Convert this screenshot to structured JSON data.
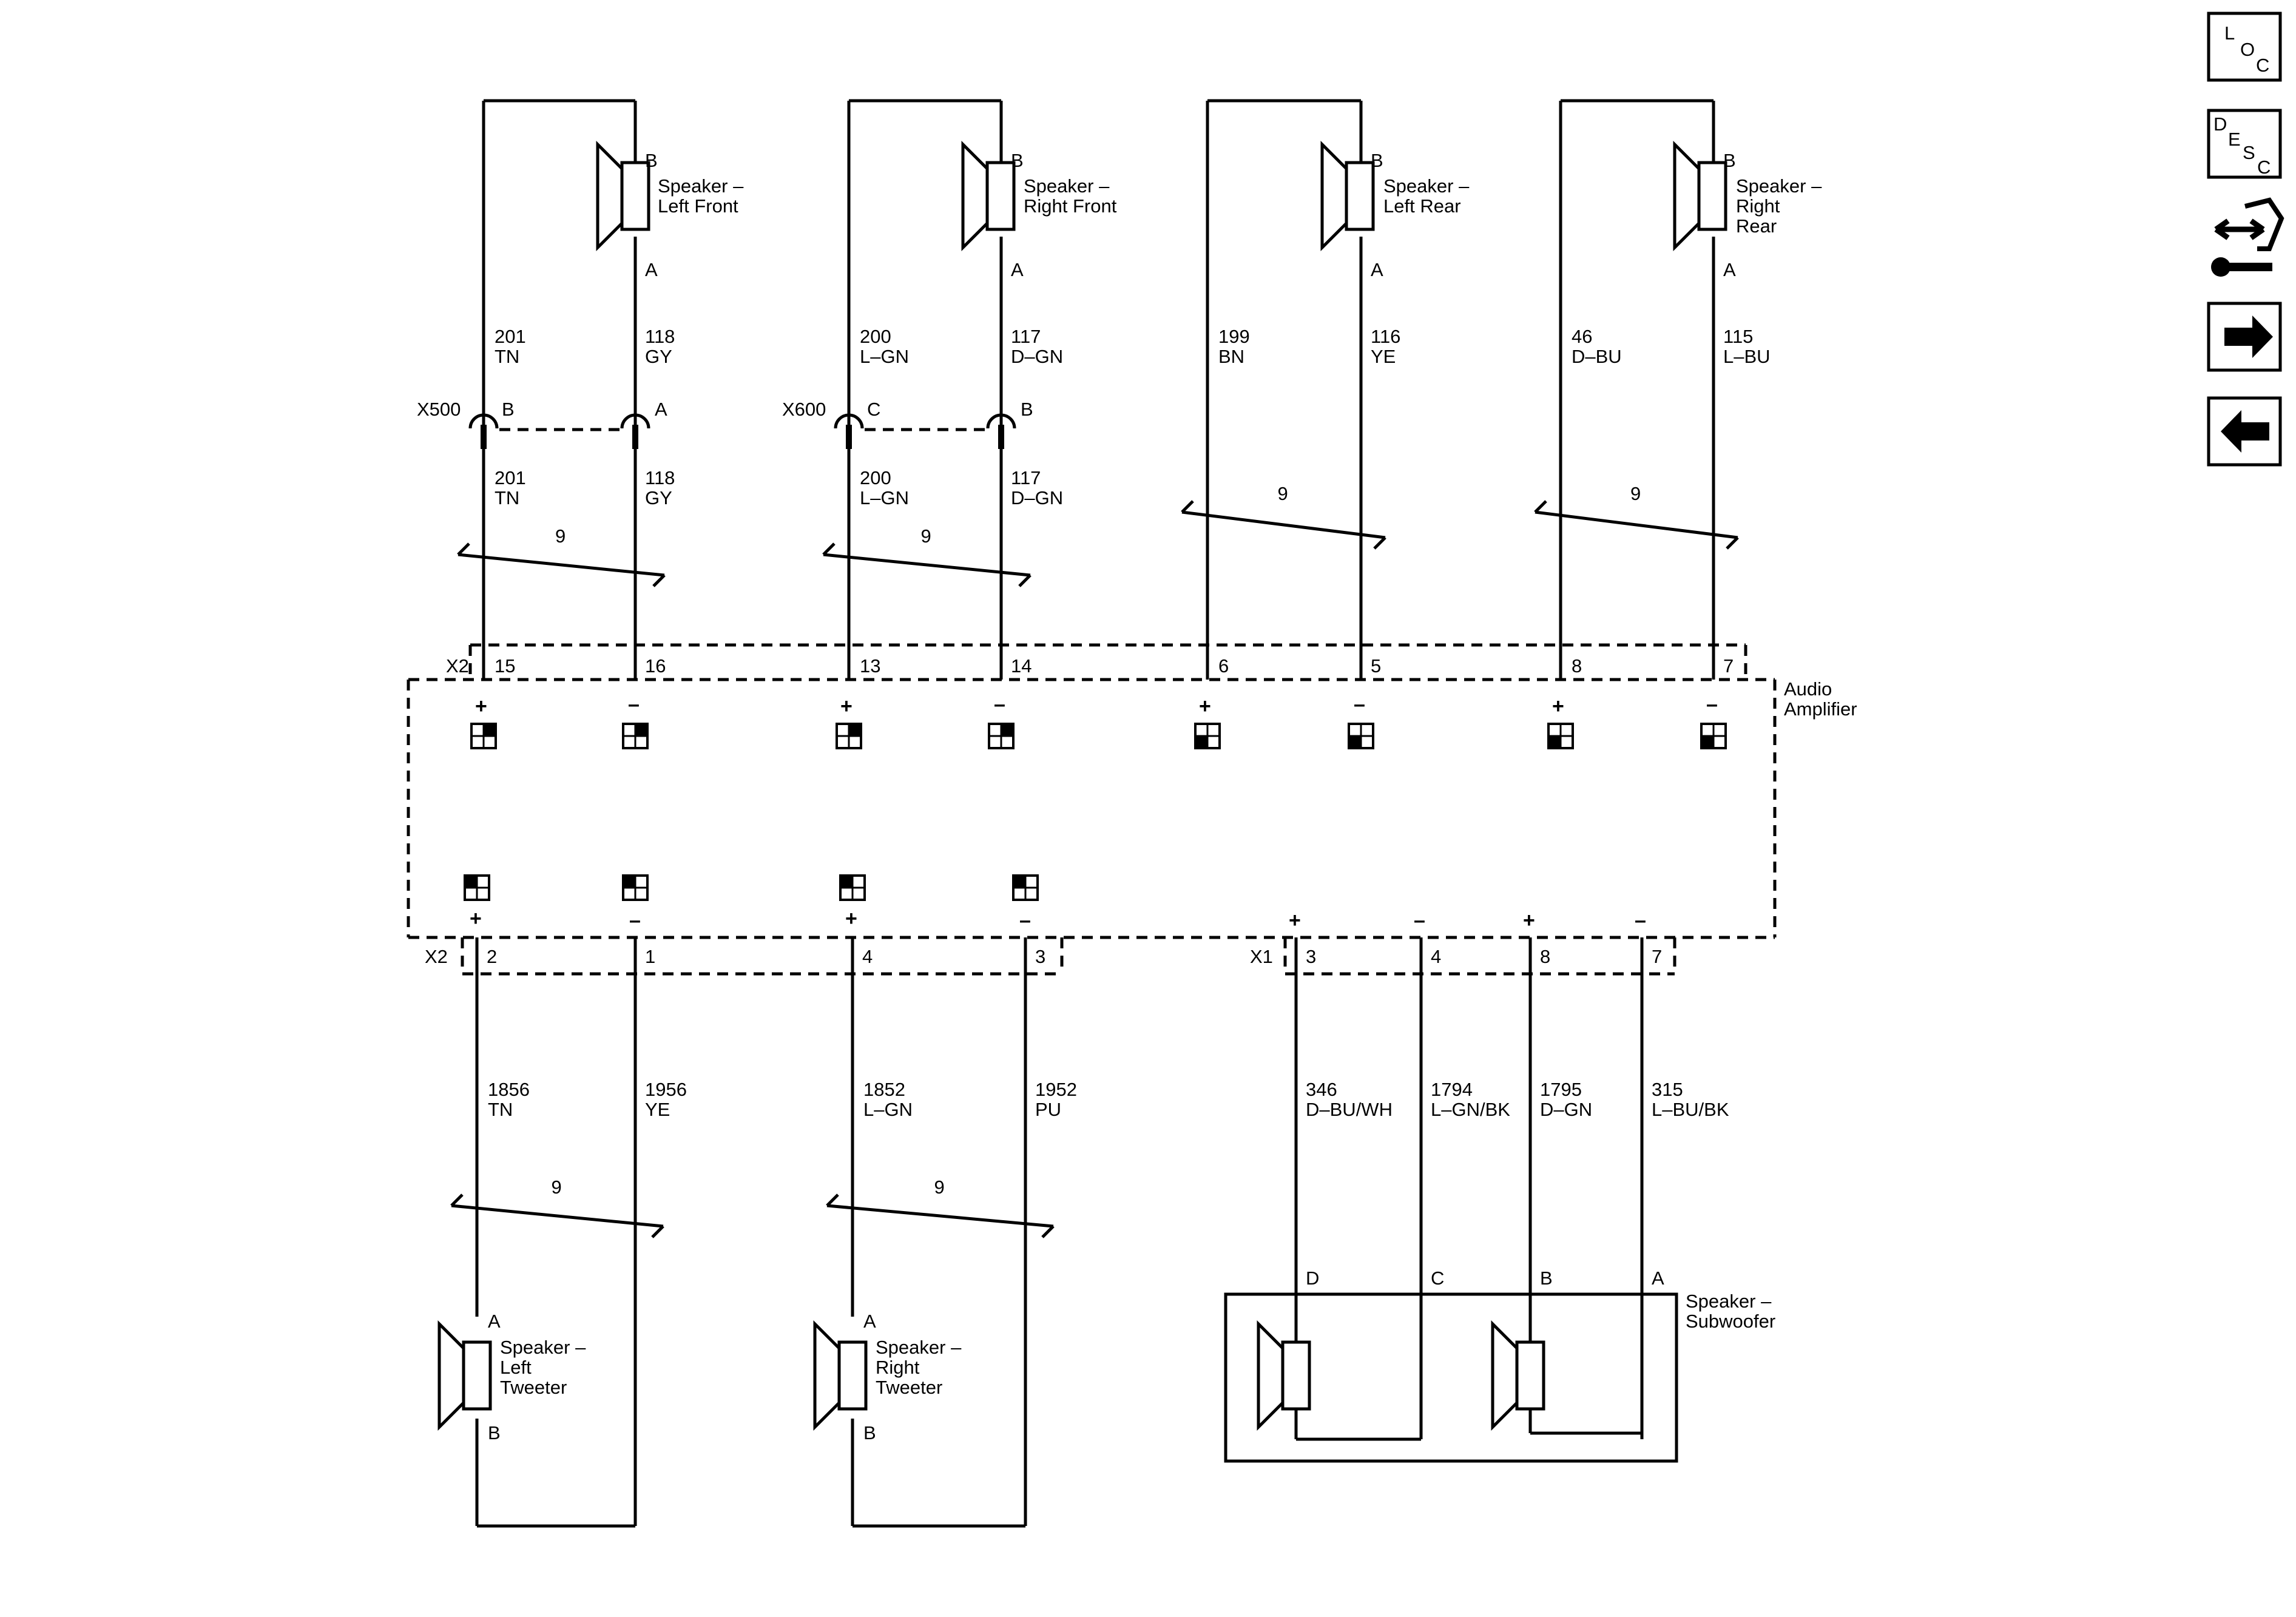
{
  "speakers_top": [
    {
      "name": "Speaker –\nLeft Front",
      "pin_top": "B",
      "pin_bottom": "A",
      "wire_left": {
        "circuit": "201",
        "color": "TN"
      },
      "wire_right": {
        "circuit": "118",
        "color": "GY"
      },
      "connector": {
        "name": "X500",
        "pin_left": "B",
        "pin_right": "A"
      },
      "lower_left": {
        "circuit": "201",
        "color": "TN"
      },
      "lower_right": {
        "circuit": "118",
        "color": "GY"
      },
      "twist": "9",
      "amp_pin_left": "15",
      "amp_pin_right": "16"
    },
    {
      "name": "Speaker –\nRight Front",
      "pin_top": "B",
      "pin_bottom": "A",
      "wire_left": {
        "circuit": "200",
        "color": "L–GN"
      },
      "wire_right": {
        "circuit": "117",
        "color": "D–GN"
      },
      "connector": {
        "name": "X600",
        "pin_left": "C",
        "pin_right": "B"
      },
      "lower_left": {
        "circuit": "200",
        "color": "L–GN"
      },
      "lower_right": {
        "circuit": "117",
        "color": "D–GN"
      },
      "twist": "9",
      "amp_pin_left": "13",
      "amp_pin_right": "14"
    },
    {
      "name": "Speaker –\nLeft Rear",
      "pin_top": "B",
      "pin_bottom": "A",
      "wire_left": {
        "circuit": "199",
        "color": "BN"
      },
      "wire_right": {
        "circuit": "116",
        "color": "YE"
      },
      "twist": "9",
      "amp_pin_left": "6",
      "amp_pin_right": "5"
    },
    {
      "name": "Speaker –\nRight\nRear",
      "pin_top": "B",
      "pin_bottom": "A",
      "wire_left": {
        "circuit": "46",
        "color": "D–BU"
      },
      "wire_right": {
        "circuit": "115",
        "color": "L–BU"
      },
      "twist": "9",
      "amp_pin_left": "8",
      "amp_pin_right": "7"
    }
  ],
  "amplifier": {
    "label": "Audio\nAmplifier",
    "connector_top": "X2",
    "connector_bottom_left": "X2",
    "connector_bottom_right": "X1",
    "plus": "+",
    "minus": "–"
  },
  "tweeters": [
    {
      "name": "Speaker –\nLeft\nTweeter",
      "pin_top": "A",
      "pin_bottom": "B",
      "wire_left": {
        "circuit": "1856",
        "color": "TN"
      },
      "wire_right": {
        "circuit": "1956",
        "color": "YE"
      },
      "twist": "9",
      "amp_pin_left": "2",
      "amp_pin_right": "1"
    },
    {
      "name": "Speaker –\nRight\nTweeter",
      "pin_top": "A",
      "pin_bottom": "B",
      "wire_left": {
        "circuit": "1852",
        "color": "L–GN"
      },
      "wire_right": {
        "circuit": "1952",
        "color": "PU"
      },
      "twist": "9",
      "amp_pin_left": "4",
      "amp_pin_right": "3"
    }
  ],
  "subwoofer": {
    "name": "Speaker –\nSubwoofer",
    "wires": [
      {
        "amp_pin": "3",
        "circuit": "346",
        "color": "D–BU/WH",
        "pin": "D"
      },
      {
        "amp_pin": "4",
        "circuit": "1794",
        "color": "L–GN/BK",
        "pin": "C"
      },
      {
        "amp_pin": "8",
        "circuit": "1795",
        "color": "D–GN",
        "pin": "B"
      },
      {
        "amp_pin": "7",
        "circuit": "315",
        "color": "L–BU/BK",
        "pin": "A"
      }
    ]
  },
  "nav": {
    "loc": {
      "l1": "L",
      "l2": "O",
      "l3": "C"
    },
    "desc": {
      "l1": "D",
      "l2": "E",
      "l3": "S",
      "l4": "C"
    },
    "icons": [
      "connector-tool-icon",
      "arrow-right-icon",
      "arrow-left-icon"
    ]
  }
}
